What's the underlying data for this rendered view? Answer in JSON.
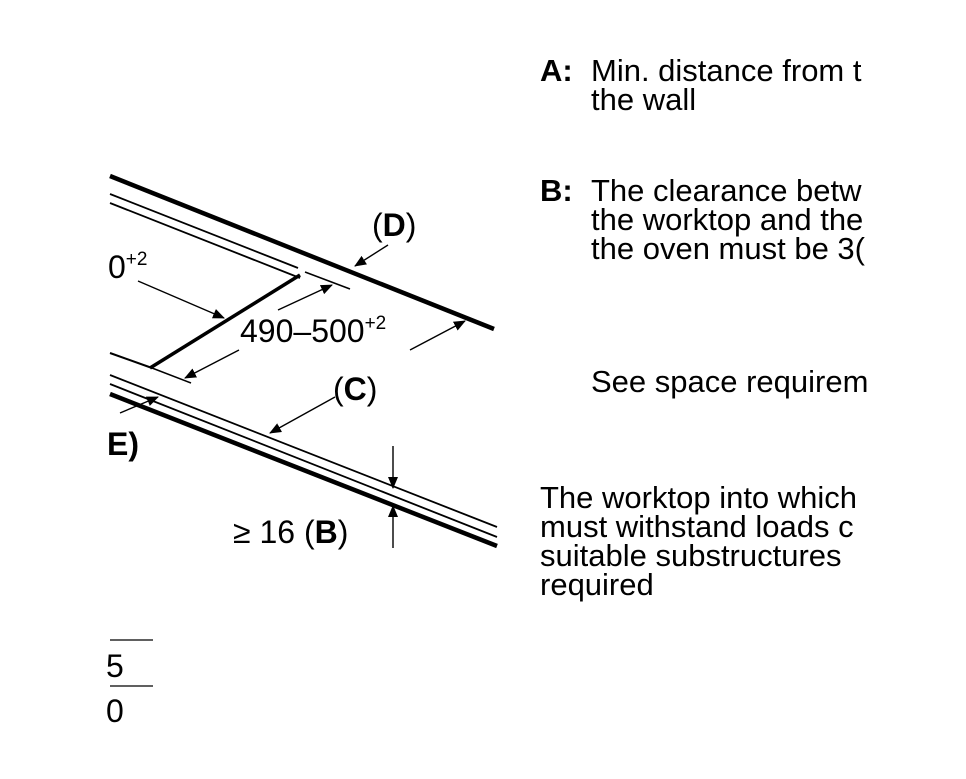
{
  "diagram": {
    "label_top_dim": "0",
    "label_top_dim_sup": "+2",
    "label_depth_dim": "490–500",
    "label_depth_dim_sup": "+2",
    "label_d_open": "(",
    "label_d": "D",
    "label_d_close": ")",
    "label_c_open": "(",
    "label_c": "C",
    "label_c_close": ")",
    "label_e": "E)",
    "label_b_prefix": "≥ 16 (",
    "label_b": "B",
    "label_b_close": ")",
    "table_row_1": "5",
    "table_row_2": "0"
  },
  "legend": {
    "a": {
      "key": "A:",
      "lines": [
        "Min. distance from t",
        "the wall"
      ]
    },
    "b": {
      "key": "B:",
      "lines": [
        "The clearance betw",
        "the worktop and the",
        "the oven must be 3("
      ]
    },
    "space_note": "See space requirem",
    "worktop_note": [
      "The worktop into which",
      "must withstand loads c",
      "suitable substructures",
      "required"
    ]
  }
}
